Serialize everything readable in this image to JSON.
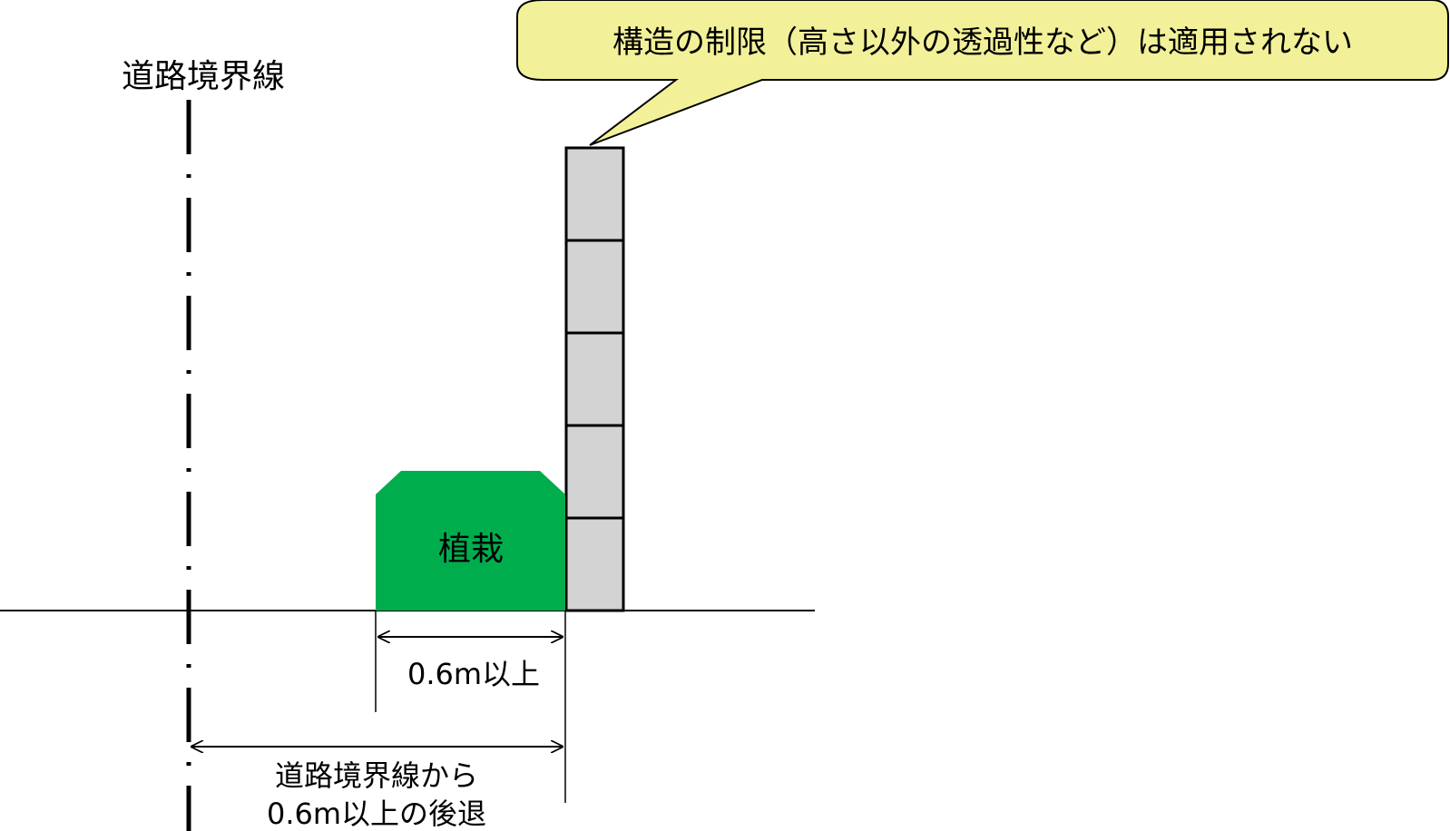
{
  "labels": {
    "road_boundary": "道路境界線",
    "callout": "構造の制限（高さ以外の透過性など）は適用されない",
    "planting": "植栽",
    "planting_width": "0.6m以上",
    "setback_line1": "道路境界線から",
    "setback_line2": "0.6m以上の後退"
  },
  "colors": {
    "planting_fill": "#00ad4d",
    "wall_fill": "#d3d3d3",
    "callout_fill": "#f2f199",
    "line": "#000000"
  }
}
